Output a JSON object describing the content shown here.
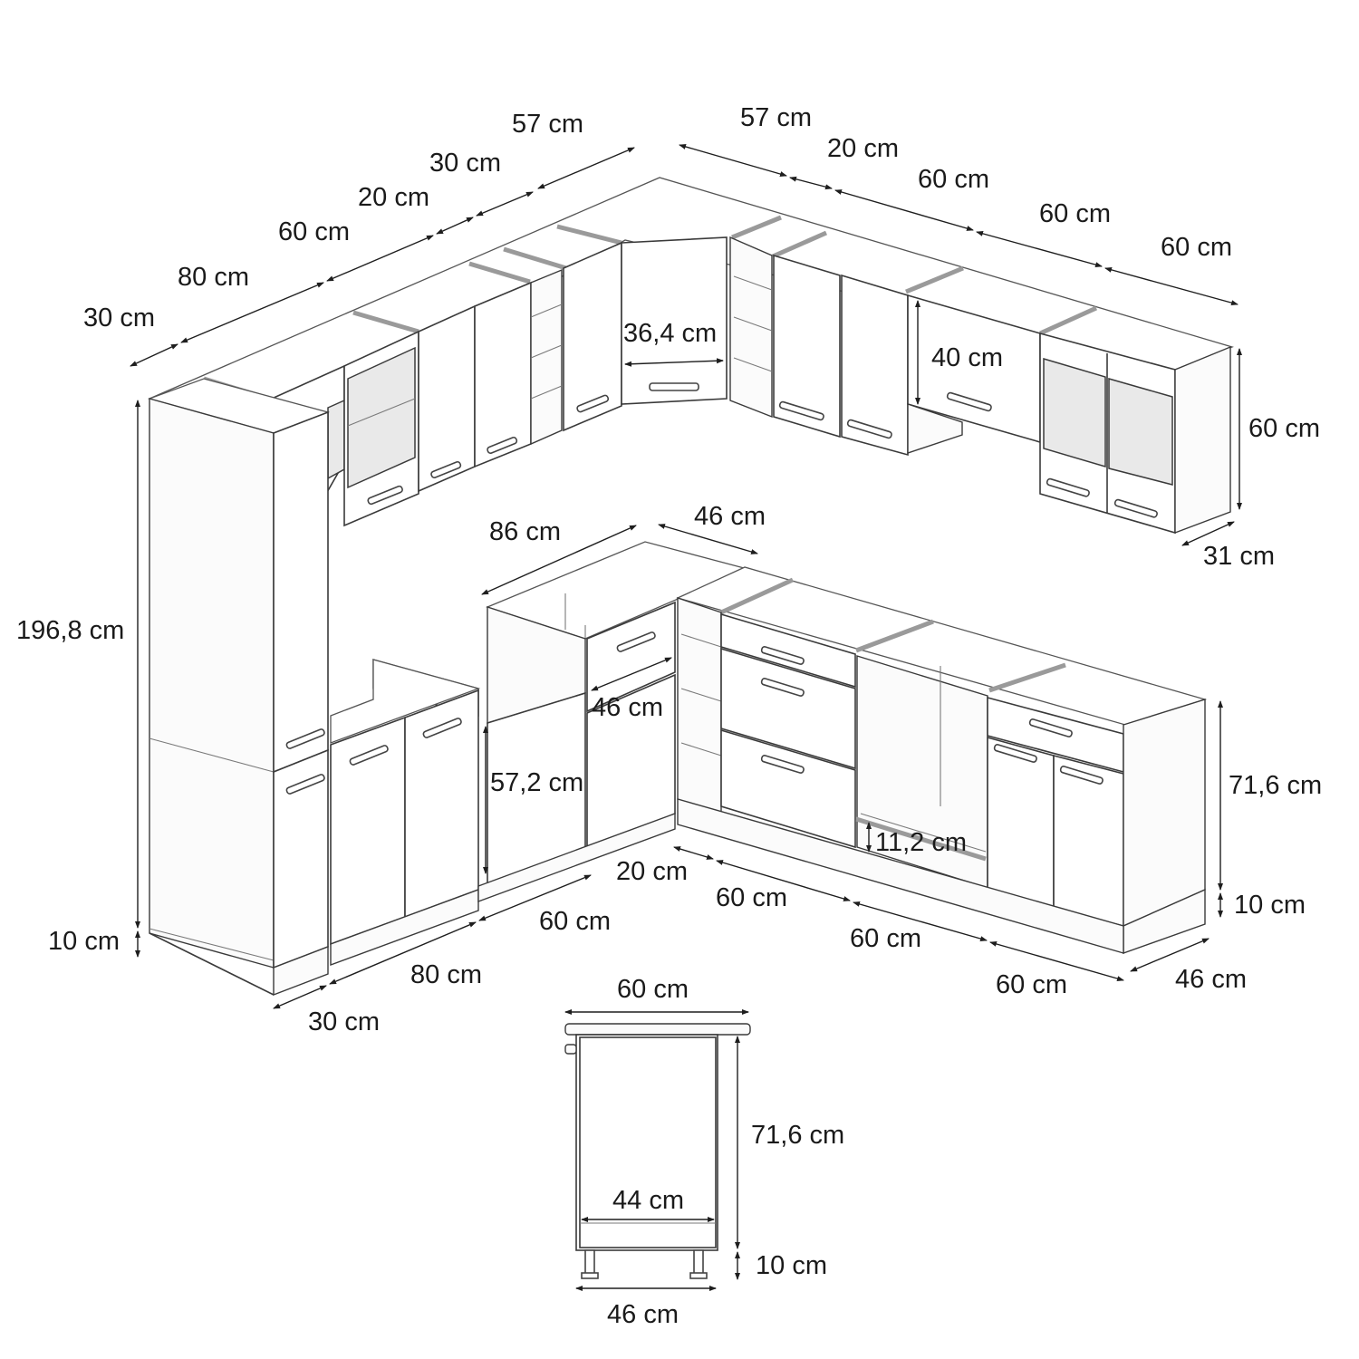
{
  "diagram": {
    "title": "L-shaped kitchen set dimension drawing",
    "unit": "cm",
    "colors": {
      "line": "#3a3a3a",
      "glass": "#e9e9e9",
      "background": "#ffffff",
      "text": "#1a1a1a"
    },
    "wall_units_left_run": {
      "widths": [
        {
          "label": "30 cm"
        },
        {
          "label": "80 cm"
        },
        {
          "label": "60 cm"
        },
        {
          "label": "20 cm"
        },
        {
          "label": "30 cm"
        },
        {
          "label": "57 cm"
        }
      ]
    },
    "wall_units_right_run": {
      "widths": [
        {
          "label": "57 cm"
        },
        {
          "label": "20 cm"
        },
        {
          "label": "60 cm"
        },
        {
          "label": "60 cm"
        },
        {
          "label": "60 cm"
        }
      ],
      "height_label": "60 cm",
      "depth_label": "31 cm",
      "hood_unit_height_label": "40 cm"
    },
    "corner_wall_unit": {
      "door_width_label": "36,4 cm"
    },
    "tall_unit": {
      "height_label": "196,8 cm",
      "plinth_label": "10 cm"
    },
    "base_corner_unit": {
      "width_label": "86 cm",
      "depth_label": "46 cm",
      "door_width_label": "46 cm",
      "door_height_label": "57,2 cm"
    },
    "base_units_left_run": {
      "widths": [
        {
          "label": "30 cm"
        },
        {
          "label": "80 cm"
        },
        {
          "label": "60 cm"
        }
      ]
    },
    "base_units_right_run": {
      "widths": [
        {
          "label": "20 cm"
        },
        {
          "label": "60 cm"
        },
        {
          "label": "60 cm"
        },
        {
          "label": "60 cm"
        }
      ],
      "height_label": "71,6 cm",
      "plinth_label": "10 cm",
      "depth_label": "46 cm",
      "oven_gap_label": "11,2 cm"
    },
    "side_detail": {
      "worktop_width_label": "60 cm",
      "carcass_height_label": "71,6 cm",
      "inner_depth_label": "44 cm",
      "leg_height_label": "10 cm",
      "carcass_depth_label": "46 cm"
    }
  }
}
